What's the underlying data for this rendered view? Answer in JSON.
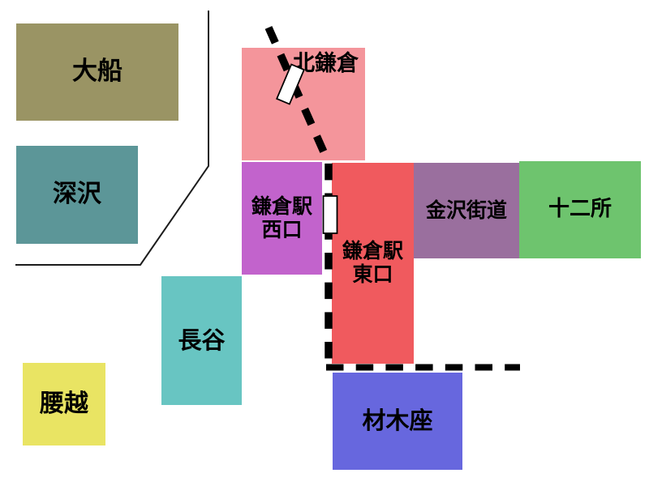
{
  "regions": {
    "ofuna": {
      "label": "大船",
      "color": "#9a9464"
    },
    "fukasawa": {
      "label": "深沢",
      "color": "#5c9698"
    },
    "kitakamakura": {
      "label": "北鎌倉",
      "color": "#f4959b"
    },
    "kamakura_west": {
      "label_line1": "鎌倉駅",
      "label_line2": "西口",
      "color": "#c263cc"
    },
    "kamakura_east": {
      "label_line1": "鎌倉駅",
      "label_line2": "東口",
      "color": "#f05a5e"
    },
    "kanazawa_kaido": {
      "label": "金沢街道",
      "color": "#9a6f9e"
    },
    "juniso": {
      "label": "十二所",
      "color": "#6ec46e"
    },
    "hase": {
      "label": "長谷",
      "color": "#68c5c2"
    },
    "koshigoe": {
      "label": "腰越",
      "color": "#e9e463"
    },
    "zaimokuza": {
      "label": "材木座",
      "color": "#6767de"
    }
  },
  "lines": {
    "railway": {
      "icon": "railway-dashed-line",
      "color": "#000000",
      "style": "dashed"
    },
    "east_route": {
      "icon": "horizontal-dashed-line",
      "color": "#000000",
      "style": "dashed"
    },
    "boundary": {
      "icon": "boundary-solid-line",
      "color": "#1c1c1c",
      "style": "solid"
    }
  },
  "markers": {
    "kitakamakura_station": {
      "icon": "station-marker",
      "fill": "#ffffff",
      "stroke": "#000000"
    },
    "kamakura_station": {
      "icon": "station-marker",
      "fill": "#ffffff",
      "stroke": "#000000"
    }
  }
}
